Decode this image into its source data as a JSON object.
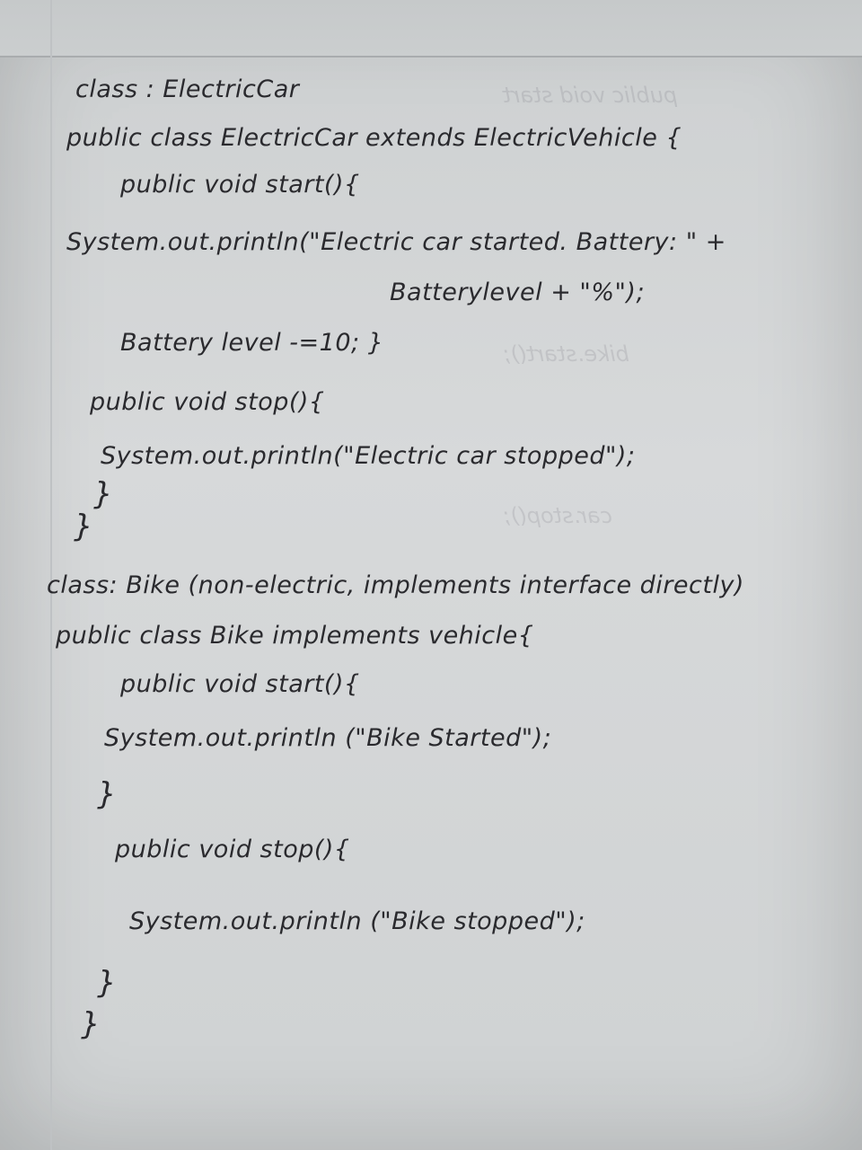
{
  "lines": {
    "l1": "class : ElectricCar",
    "l2": "public class ElectricCar extends ElectricVehicle {",
    "l3": "public void start(){",
    "l4": "System.out.println(\"Electric car started. Battery: \" +",
    "l5": "Batterylevel + \"%\");",
    "l6": "Battery level -=10; }",
    "l7": "public void stop(){",
    "l8": "System.out.println(\"Electric car stopped\");",
    "l9": "}",
    "l10": "}",
    "l11": "class: Bike (non-electric, implements interface directly)",
    "l12": "public class Bike implements vehicle{",
    "l13": "public void start(){",
    "l14": "System.out.println (\"Bike Started\");",
    "l15": "}",
    "l16": "public void stop(){",
    "l17": "System.out.println (\"Bike stopped\");",
    "l18": "}",
    "l19": "}"
  }
}
